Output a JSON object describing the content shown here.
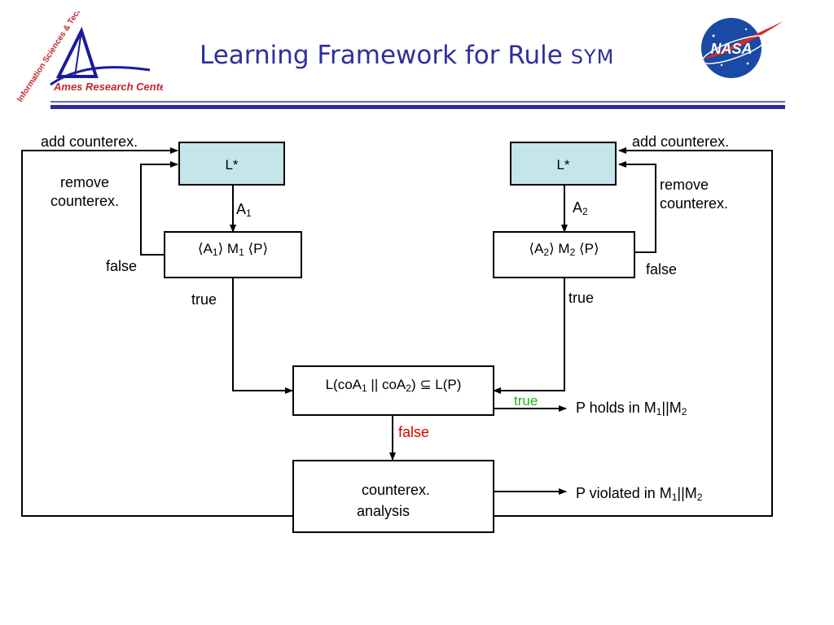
{
  "header": {
    "title": "Learning Framework for Rule ",
    "title_smallcaps": "SYM",
    "logo_left": {
      "arc_text": "Information Sciences & Technology",
      "name": "Ames Research Center"
    },
    "logo_right": {
      "text": "NASA"
    }
  },
  "diagram": {
    "left": {
      "learner": "L*",
      "add_counterex": "add counterex.",
      "remove_counterex_1": "remove",
      "remove_counterex_2": "counterex.",
      "assumption": "A",
      "assumption_sub": "1",
      "check": {
        "a": "⟨A",
        "a_sub": "1",
        "m": "⟩ M",
        "m_sub": "1",
        "p": " ⟨P⟩"
      },
      "false_label": "false",
      "true_label": "true"
    },
    "right": {
      "learner": "L*",
      "add_counterex": "add counterex.",
      "remove_counterex_1": "remove",
      "remove_counterex_2": "counterex.",
      "assumption": "A",
      "assumption_sub": "2",
      "check": {
        "a": "⟨A",
        "a_sub": "2",
        "m": "⟩ M",
        "m_sub": "2",
        "p": " ⟨P⟩"
      },
      "false_label": "false",
      "true_label": "true"
    },
    "center": {
      "check": {
        "p1": "L(coA",
        "s1": "1",
        "p2": " || coA",
        "s2": "2",
        "p3": ") ⊆ L(P)"
      },
      "true_label": "true",
      "false_label": "false",
      "holds": {
        "p1": "P holds in M",
        "s1": "1",
        "p2": "||M",
        "s2": "2"
      },
      "analysis_1": "counterex.",
      "analysis_2": "analysis",
      "violated": {
        "p1": "P violated in M",
        "s1": "1",
        "p2": "||M",
        "s2": "2"
      }
    },
    "colors": {
      "true_label": "#1fae1f",
      "false_label": "#dd0000",
      "title": "#2e2e9e",
      "learner_fill": "#c4e5ea"
    }
  }
}
